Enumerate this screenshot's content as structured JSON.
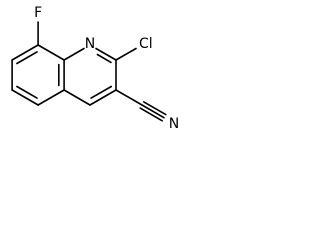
{
  "molecule": {
    "atoms": {
      "fluorine": "F",
      "ring_nitrogen": "N",
      "chlorine": "Cl",
      "nitrile_nitrogen": "N"
    }
  },
  "colors": {
    "bond": "#000000",
    "label": "#000000",
    "background": "#ffffff"
  }
}
